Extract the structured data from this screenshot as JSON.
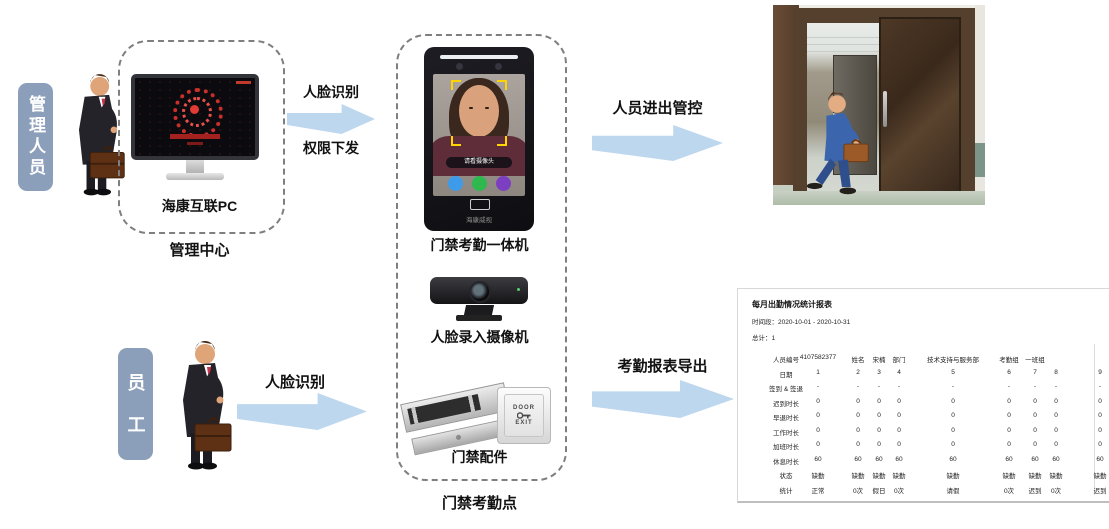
{
  "roles": {
    "manager": "管理人员",
    "employee": "员工"
  },
  "management": {
    "pc_label": "海康互联PC",
    "center_label": "管理中心"
  },
  "access_point": {
    "terminal_label": "门禁考勤一体机",
    "camera_label": "人脸录入摄像机",
    "accessories_label": "门禁配件",
    "point_label": "门禁考勤点"
  },
  "arrows": {
    "face_recognition_top": "人脸识别",
    "permission_down": "权限下发",
    "entry_control": "人员进出管控",
    "face_recognition_employee": "人脸识别",
    "report_export": "考勤报表导出"
  },
  "devices": {
    "terminal_prompt": "请看摄像头",
    "terminal_brand": "海康威视",
    "exit_button_top": "DOOR",
    "exit_button_bottom": "EXIT"
  },
  "report": {
    "title": "每月出勤情况统计报表",
    "period": "时间段：2020-10-01 - 2020-10-31",
    "total": "总计：1",
    "table": {
      "rows": [
        {
          "label": "人员编号",
          "cells": [
            "4107582377",
            "姓名",
            "宋楠",
            "部门",
            "技术支持与服务部",
            "考勤组",
            "一班组",
            "",
            ""
          ]
        },
        {
          "label": "日期",
          "cells": [
            "1",
            "2",
            "3",
            "4",
            "5",
            "6",
            "7",
            "8",
            "9"
          ]
        },
        {
          "label": "签到 & 签退",
          "cells": [
            "-",
            "-",
            "-",
            "-",
            "-",
            "-",
            "-",
            "-",
            "-"
          ]
        },
        {
          "label": "迟到时长",
          "cells": [
            "0",
            "0",
            "0",
            "0",
            "0",
            "0",
            "0",
            "0",
            "0"
          ]
        },
        {
          "label": "早退时长",
          "cells": [
            "0",
            "0",
            "0",
            "0",
            "0",
            "0",
            "0",
            "0",
            "0"
          ]
        },
        {
          "label": "工作时长",
          "cells": [
            "0",
            "0",
            "0",
            "0",
            "0",
            "0",
            "0",
            "0",
            "0"
          ]
        },
        {
          "label": "加班时长",
          "cells": [
            "0",
            "0",
            "0",
            "0",
            "0",
            "0",
            "0",
            "0",
            "0"
          ]
        },
        {
          "label": "休息时长",
          "cells": [
            "60",
            "60",
            "60",
            "60",
            "60",
            "60",
            "60",
            "60",
            "60"
          ]
        },
        {
          "label": "状态",
          "cells": [
            "缺勤",
            "缺勤",
            "缺勤",
            "缺勤",
            "缺勤",
            "缺勤",
            "缺勤",
            "缺勤",
            "缺勤"
          ]
        },
        {
          "label": "统计",
          "cells": [
            "正常",
            "0次",
            "假日",
            "0次",
            "请假",
            "0次",
            "迟到",
            "0次",
            "迟到"
          ]
        }
      ]
    }
  },
  "colors": {
    "arrow": "#BDD7EE",
    "role_badge": "#8C9FBA",
    "dash_border": "#7F7F7F"
  }
}
